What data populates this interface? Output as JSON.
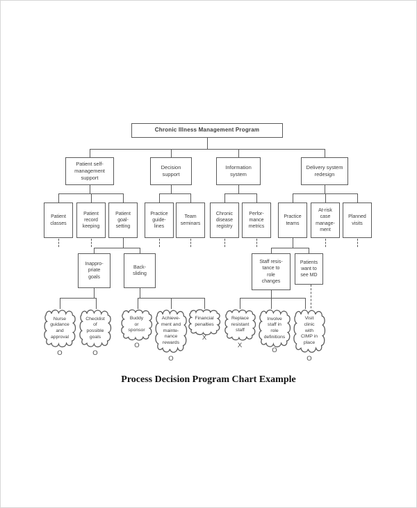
{
  "caption": "Process Decision Program Chart Example",
  "colors": {
    "line": "#5a5a5a",
    "box_border": "#595959",
    "text": "#3b3b3b",
    "page_border": "#d6d6d6"
  },
  "nodes": {
    "root": "Chronic Illness Management Program",
    "l2": [
      "Patient self-\nmanagement\nsupport",
      "Decision\nsupport",
      "Information\nsystem",
      "Delivery system\nredesign"
    ],
    "l3": [
      "Patient\nclasses",
      "Patient\nrecord\nkeeping",
      "Patient\ngoal-\nsetting",
      "Practice\nguide-\nlines",
      "Team\nseminars",
      "Chronic\ndisease\nregistry",
      "Perfor-\nmance\nmetrics",
      "Practice\nteams",
      "At-risk\ncase\nmanage-\nment",
      "Planned\nvisits"
    ],
    "l4": [
      "Inappro-\npriate\ngoals",
      "Back-\nsliding",
      "Staff resis-\ntance to\nrole\nchanges",
      "Patients\nwant to\nsee MD"
    ],
    "clouds": [
      {
        "label": "Nurse\nguidance\nand\napproval",
        "mark": "O"
      },
      {
        "label": "Checklist\nof\npossible\ngoals",
        "mark": "O"
      },
      {
        "label": "Buddy\nor\nsponsor",
        "mark": "O"
      },
      {
        "label": "Achieve-\nment and\nmainte-\nnance\nrewards",
        "mark": "O"
      },
      {
        "label": "Financial\npenalties",
        "mark": "X"
      },
      {
        "label": "Replace\nresistant\nstaff",
        "mark": "X"
      },
      {
        "label": "Involve\nstaff in\nrole\ndefinitions",
        "mark": "O"
      },
      {
        "label": "Visit\nclinic\nwith\nCIMP in\nplace",
        "mark": "O"
      }
    ]
  }
}
